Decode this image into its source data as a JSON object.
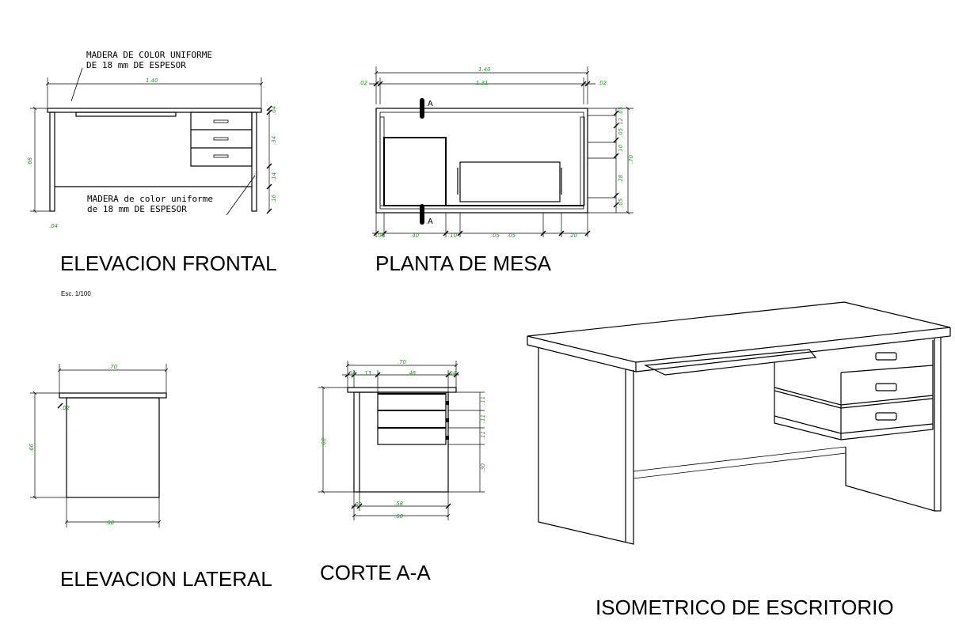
{
  "titles": {
    "frontal": "ELEVACION FRONTAL",
    "planta": "PLANTA DE MESA",
    "lateral": "ELEVACION LATERAL",
    "corte": "CORTE A-A",
    "isometrico": "ISOMETRICO DE ESCRITORIO"
  },
  "scale": "Esc. 1/100",
  "notes": {
    "top_line1": "MADERA DE COLOR UNIFORME",
    "top_line2": "DE 18 mm DE ESPESOR",
    "bottom_line1": "MADERA de color uniforme",
    "bottom_line2": "de 18 mm DE ESPESOR"
  },
  "section_marker": "A",
  "dims": {
    "frontal": {
      "width": "1.40",
      "height": ".68",
      "top": ".04",
      "drawers": ".34",
      "mid": ".14",
      "low": ".16",
      "leg": ".04"
    },
    "planta": {
      "width": "1.40",
      "left": ".02",
      "inner": "1.31",
      "right": ".02",
      "depth": ".70",
      "d1": ".05",
      "d2": ".12",
      "d3": ".05",
      "d4": ".10",
      "d5": ".28",
      "d6": ".05",
      "b1": ".05",
      "b2": ".40",
      "b3": ".10",
      "b4": ".05",
      "b5": ".05",
      "b6": ".20"
    },
    "lateral": {
      "top": ".70",
      "height": ".66",
      "thick": ".02",
      "bottom": ".60"
    },
    "corte": {
      "top": ".70",
      "a": ".04",
      "b": ".13",
      "c": ".46",
      "d": ".04",
      "height": ".68",
      "r1": ".11",
      "r2": ".11",
      "r3": ".11",
      "r4": ".30",
      "b1": ".02",
      "b2": ".58",
      "b3": ".60"
    }
  }
}
